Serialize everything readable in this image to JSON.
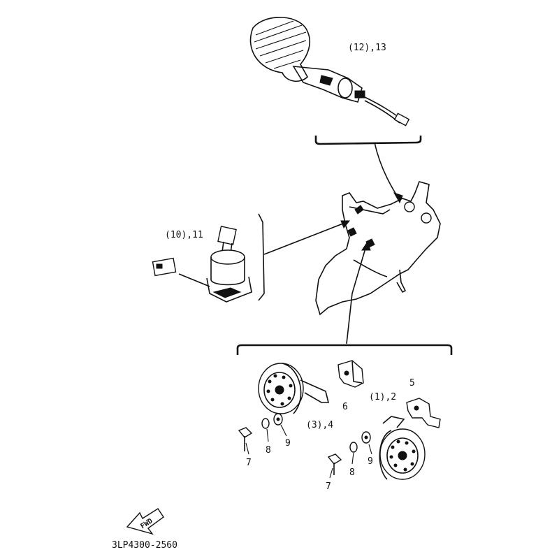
{
  "callouts": {
    "flasher_relay": "(12),13",
    "main_switch": "(10),11",
    "horn_left": "(3),4",
    "horn_right": "(1),2",
    "bracket_6": "6",
    "bracket_5": "5",
    "bolt_left": "7",
    "washer_plain_left": "8",
    "washer_spring_left": "9",
    "bolt_right": "7",
    "washer_plain_right": "8",
    "washer_spring_right": "9"
  },
  "fwd_arrow": {
    "label": "FWD"
  },
  "catalog_code": "3LP4300-2560"
}
